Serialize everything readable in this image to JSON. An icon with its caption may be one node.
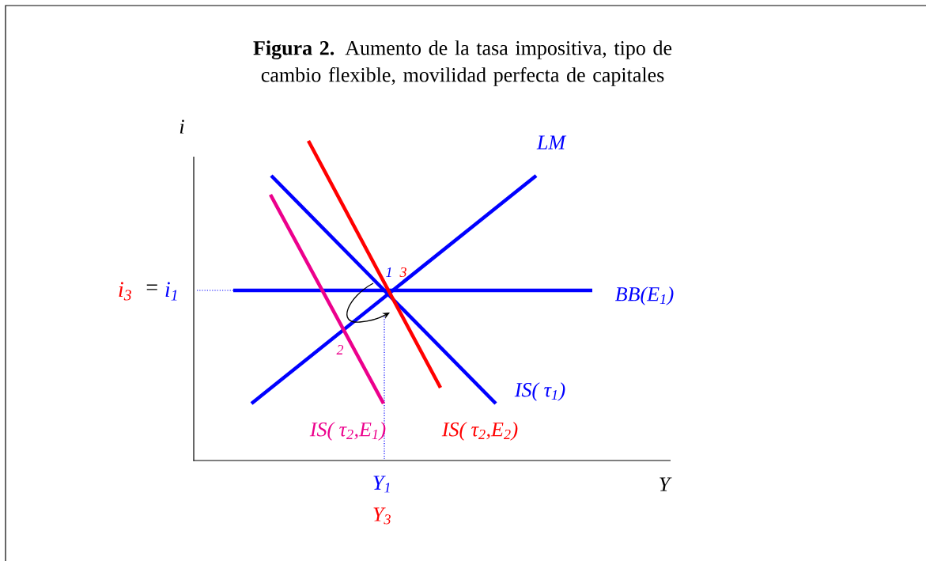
{
  "diagram": {
    "title": "**Figura 2.** Aumento de la tasa impositiva, tipo de cambio flexible, movilidad perfecta de capitales",
    "labels": [
      "i",
      "LM",
      "1",
      "3",
      "i$_{3}$",
      "=",
      "i$_{1}$",
      "BB(E$_{1}$)",
      "2",
      "IS( τ$_{1}$)",
      "IS( τ$_{2}$,E$_{1}$)",
      "IS( τ$_{2}$,E$_{2}$)",
      "Y$_{1}$",
      "Y",
      "Y$_{3}$"
    ]
  }
}
